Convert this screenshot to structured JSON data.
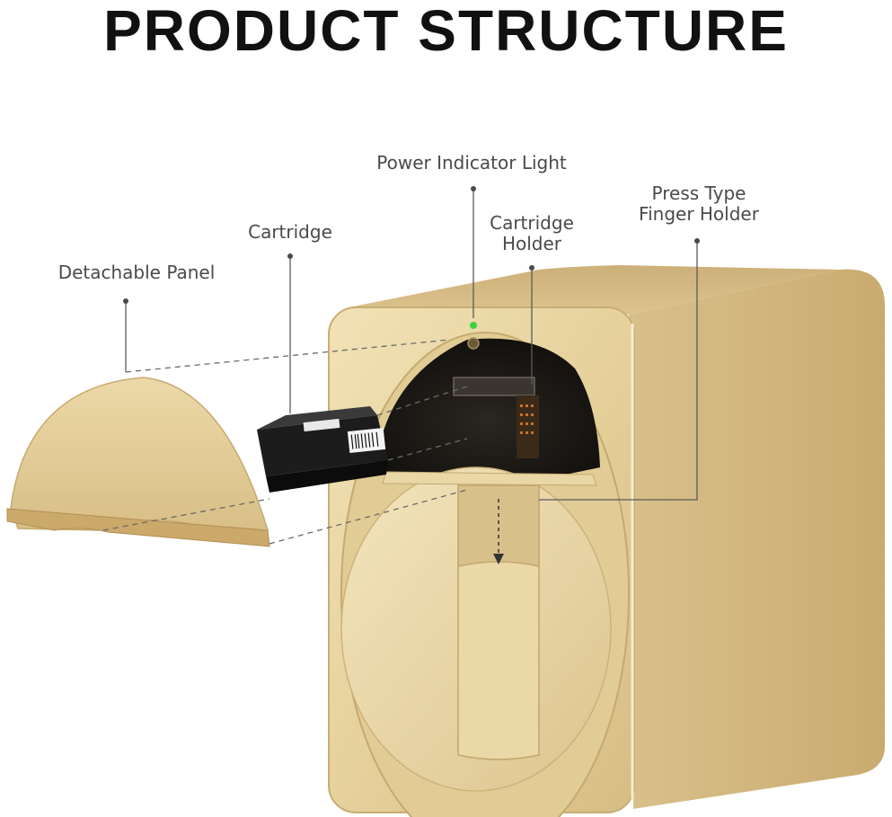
{
  "title": "PRODUCT STRUCTURE",
  "labels": {
    "power_indicator": "Power Indicator Light",
    "cartridge": "Cartridge",
    "cartridge_holder_line1": "Cartridge",
    "cartridge_holder_line2": "Holder",
    "finger_holder_line1": "Press Type",
    "finger_holder_line2": "Finger Holder",
    "detachable_panel": "Detachable Panel"
  },
  "colors": {
    "gold_light": "#e8d6a4",
    "gold_mid": "#d9c08a",
    "gold_dark": "#b89a5e",
    "indicator_green": "#3fd13f"
  }
}
